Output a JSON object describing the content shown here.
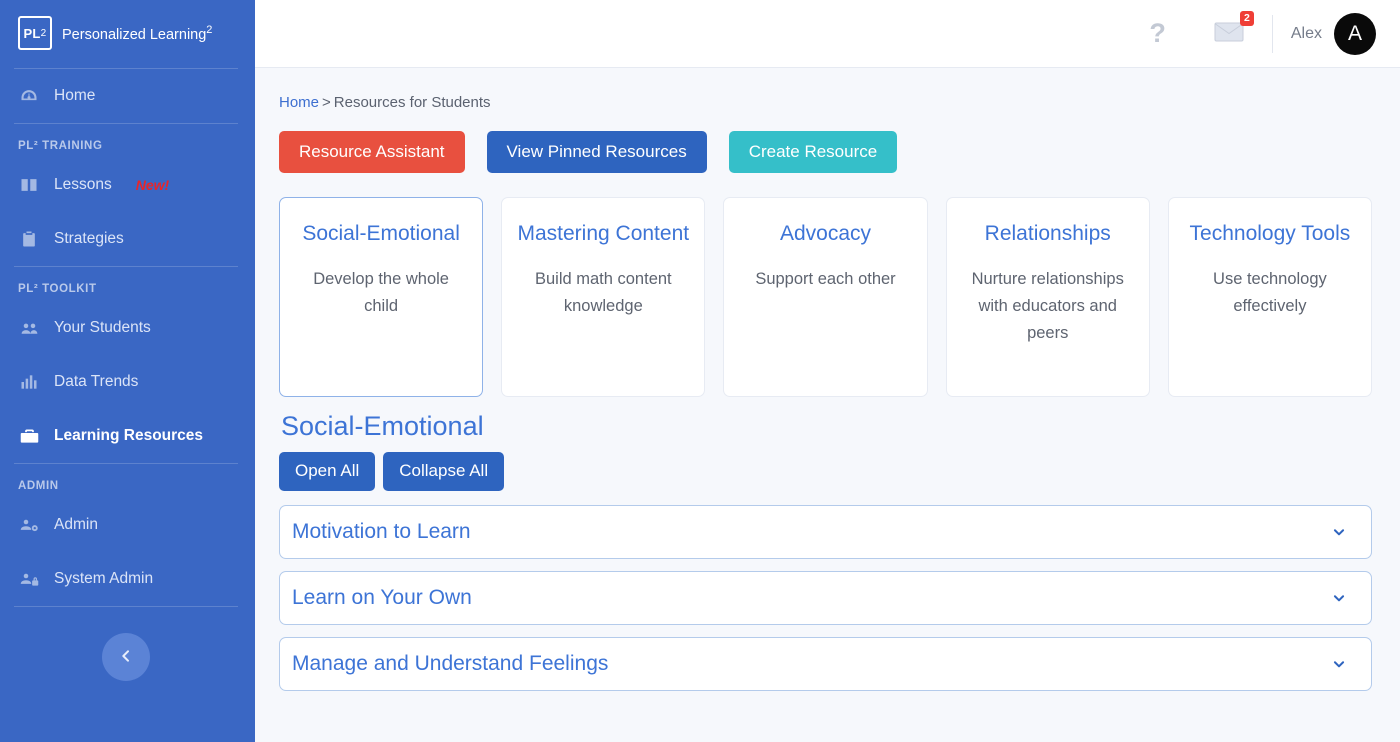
{
  "sidebar": {
    "brand": {
      "mark": "PL",
      "mark_sup": "2",
      "name": "Personalized Learning",
      "name_sup": "2"
    },
    "home": {
      "label": "Home",
      "icon": "dashboard-icon"
    },
    "sections": [
      {
        "label": "PL² TRAINING",
        "items": [
          {
            "label": "Lessons",
            "icon": "book-icon",
            "badge": "New!",
            "active": false
          },
          {
            "label": "Strategies",
            "icon": "clipboard-icon",
            "badge": "",
            "active": false
          }
        ]
      },
      {
        "label": "PL² TOOLKIT",
        "items": [
          {
            "label": "Your Students",
            "icon": "users-icon",
            "badge": "",
            "active": false
          },
          {
            "label": "Data Trends",
            "icon": "chart-icon",
            "badge": "",
            "active": false
          },
          {
            "label": "Learning Resources",
            "icon": "toolbox-icon",
            "badge": "",
            "active": true
          }
        ]
      },
      {
        "label": "ADMIN",
        "items": [
          {
            "label": "Admin",
            "icon": "users-gear-icon",
            "badge": "",
            "active": false
          },
          {
            "label": "System Admin",
            "icon": "users-lock-icon",
            "badge": "",
            "active": false
          }
        ]
      }
    ],
    "collapse_button": {
      "icon": "chevron-left-icon",
      "label": ""
    }
  },
  "topbar": {
    "help_icon": "question-mark-icon",
    "help_glyph": "?",
    "mail_icon": "envelope-icon",
    "mail_count": "2",
    "user_name": "Alex",
    "avatar_initial": "A"
  },
  "breadcrumb": {
    "home": "Home",
    "separator": ">",
    "current": "Resources for Students"
  },
  "actions": [
    {
      "label": "Resource Assistant",
      "style": "red"
    },
    {
      "label": "View Pinned Resources",
      "style": "blue"
    },
    {
      "label": "Create Resource",
      "style": "teal"
    }
  ],
  "cards": [
    {
      "title": "Social-Emotional",
      "desc": "Develop the whole child",
      "selected": true
    },
    {
      "title": "Mastering Content",
      "desc": "Build math content knowledge",
      "selected": false
    },
    {
      "title": "Advocacy",
      "desc": "Support each other",
      "selected": false
    },
    {
      "title": "Relationships",
      "desc": "Nurture relationships with educators and peers",
      "selected": false
    },
    {
      "title": "Technology Tools",
      "desc": "Use technology effectively",
      "selected": false
    }
  ],
  "section": {
    "title": "Social-Emotional",
    "open_all": "Open All",
    "collapse_all": "Collapse All"
  },
  "accordion": [
    {
      "title": "Motivation to Learn",
      "icon": "chevron-down-icon"
    },
    {
      "title": "Learn on Your Own",
      "icon": "chevron-down-icon"
    },
    {
      "title": "Manage and Understand Feelings",
      "icon": "chevron-down-icon"
    }
  ],
  "colors": {
    "sidebar_bg": "#3a67c4",
    "accent_blue": "#3d74d6",
    "button_red": "#e8503f",
    "button_blue": "#2e64bf",
    "button_teal": "#35bfc9",
    "badge_red": "#ef3e36",
    "page_bg": "#f6f8fc"
  }
}
